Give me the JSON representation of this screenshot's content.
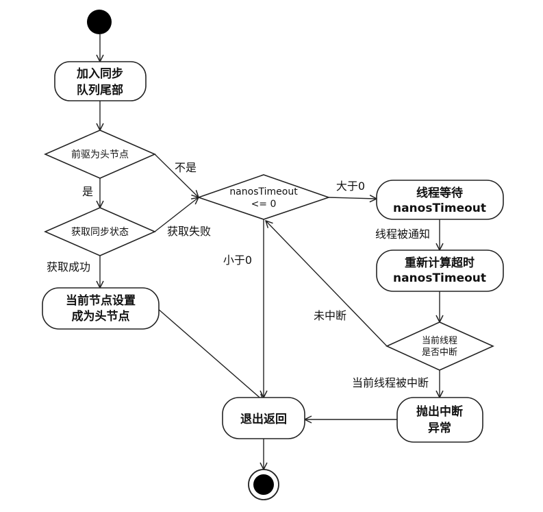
{
  "nodes": {
    "enqueue": {
      "lines": [
        "加入同步",
        "队列尾部"
      ]
    },
    "pred_is_head": {
      "label": "前驱为头节点"
    },
    "acquire_state": {
      "label": "获取同步状态"
    },
    "set_head": {
      "lines": [
        "当前节点设置",
        "成为头节点"
      ]
    },
    "nanos_check": {
      "lines": [
        "nanosTimeout",
        "<= 0"
      ]
    },
    "thread_wait": {
      "lines": [
        "线程等待",
        "nanosTimeout"
      ]
    },
    "recalc_timeout": {
      "lines": [
        "重新计算超时",
        "nanosTimeout"
      ]
    },
    "interrupt_check": {
      "lines": [
        "当前线程",
        "是否中断"
      ]
    },
    "exit_return": {
      "label": "退出返回"
    },
    "throw_interrupt": {
      "lines": [
        "抛出中断",
        "异常"
      ]
    }
  },
  "edges": {
    "not": "不是",
    "yes": "是",
    "acquire_failed": "获取失败",
    "acquire_success": "获取成功",
    "greater_than_zero": "大于0",
    "less_than_zero": "小于0",
    "thread_notified": "线程被通知",
    "not_interrupted": "未中断",
    "interrupted": "当前线程被中断"
  },
  "colors": {
    "stroke": "#222222",
    "fill": "#ffffff",
    "node_fill": "#000000"
  }
}
